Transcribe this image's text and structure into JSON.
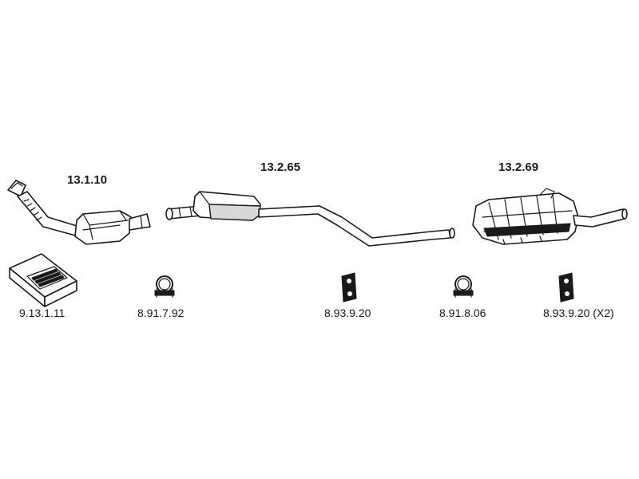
{
  "parts": {
    "catalytic_converter": {
      "code": "13.1.10"
    },
    "middle_pipe_silencer": {
      "code": "13.2.65"
    },
    "rear_silencer": {
      "code": "13.2.69"
    },
    "mounting_kit": {
      "code": "9.13.1.11"
    },
    "clamp_1": {
      "code": "8.91.7.92"
    },
    "rubber_mount_1": {
      "code": "8.93.9.20"
    },
    "clamp_2": {
      "code": "8.91.8.06"
    },
    "rubber_mount_2": {
      "code": "8.93.9.20 (X2)"
    }
  }
}
